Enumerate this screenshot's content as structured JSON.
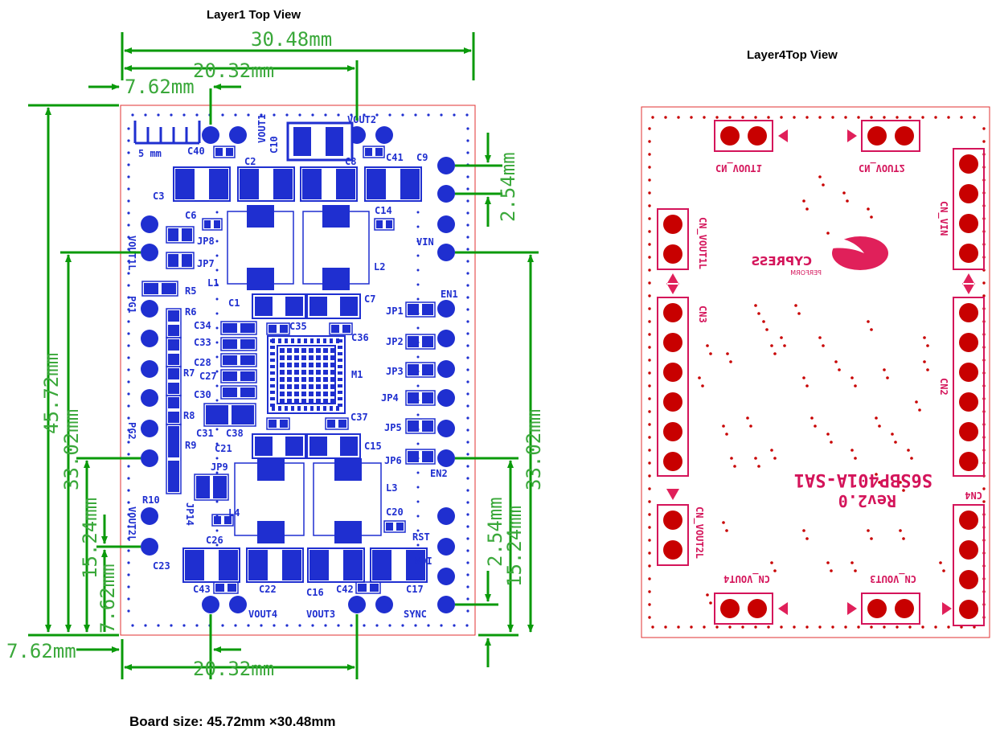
{
  "titles": {
    "layer1": "Layer1 Top View",
    "layer4": "Layer4Top View",
    "board_size": "Board size: 45.72mm ×30.48mm"
  },
  "layer1": {
    "scale_label": "5 mm",
    "dimensions": {
      "width_total": "30.48mm",
      "width_top_20": "20.32mm",
      "width_top_7": "7.62mm",
      "height_total": "45.72mm",
      "left_33": "33.02mm",
      "left_15": "15.24mm",
      "left_7": "7.62mm",
      "bottom_7": "7.62mm",
      "bottom_20": "20.32mm",
      "right_pitch_top": "2.54mm",
      "right_33": "33.02mm",
      "right_15": "15.24mm",
      "right_pitch_bottom": "2.54mm"
    },
    "labels": {
      "c40": "C40",
      "c10": "C10",
      "vout1": "VOUT1",
      "vout2": "VOUT2",
      "c2": "C2",
      "c8": "C8",
      "c41": "C41",
      "c9": "C9",
      "c3": "C3",
      "c6": "C6",
      "c14": "C14",
      "jp8": "JP8",
      "jp7": "JP7",
      "vout1l": "VOUT1L",
      "vin": "VIN",
      "l1": "L1",
      "l2": "L2",
      "r5": "R5",
      "pg1": "PG1",
      "r6": "R6",
      "c1": "C1",
      "c7": "C7",
      "en1": "EN1",
      "jp1": "JP1",
      "c34": "C34",
      "c35": "C35",
      "c36": "C36",
      "c33": "C33",
      "jp2": "JP2",
      "c28": "C28",
      "c27": "C27",
      "jp3": "JP3",
      "r7": "R7",
      "m1": "M1",
      "c30": "C30",
      "jp4": "JP4",
      "r8": "R8",
      "c37": "C37",
      "jp5": "JP5",
      "pg2": "PG2",
      "c31": "C31",
      "c38": "C38",
      "c21": "C21",
      "c15": "C15",
      "r9": "R9",
      "jp6": "JP6",
      "en2": "EN2",
      "jp9": "JP9",
      "l3": "L3",
      "r10": "R10",
      "jp14": "JP14",
      "l4": "L4",
      "c20": "C20",
      "vout2l": "VOUT2L",
      "c26": "C26",
      "rst": "RST",
      "c23": "C23",
      "wdi": "WDI",
      "c43": "C43",
      "c22": "C22",
      "c16": "C16",
      "c42": "C42",
      "c17": "C17",
      "vout4": "VOUT4",
      "vout3": "VOUT3",
      "sync": "SYNC"
    }
  },
  "layer4": {
    "connectors": {
      "cn_vout1": "CN_VOUT1",
      "cn_vout2": "CN_VOUT2",
      "cn_vin": "CN_VIN",
      "cn_vout1l": "CN_VOUT1L",
      "cn3": "CN3",
      "cn2": "CN2",
      "cn_vout2l": "CN_VOUT2L",
      "cn4": "CN4",
      "cn_vout4": "CN_VOUT4",
      "cn_vout3": "CN_VOUT3"
    },
    "logo_text": "CYPRESS",
    "logo_sub": "PERFORM",
    "board_id": "S6SBP401A-SA1",
    "revision": "Rev2.0"
  },
  "colors": {
    "dimension": "#3aa83a",
    "layer1_copper": "#1f2fd0",
    "layer4_copper": "#d4145a",
    "board_outline": "#e03030",
    "pad_dark": "#c80000"
  }
}
